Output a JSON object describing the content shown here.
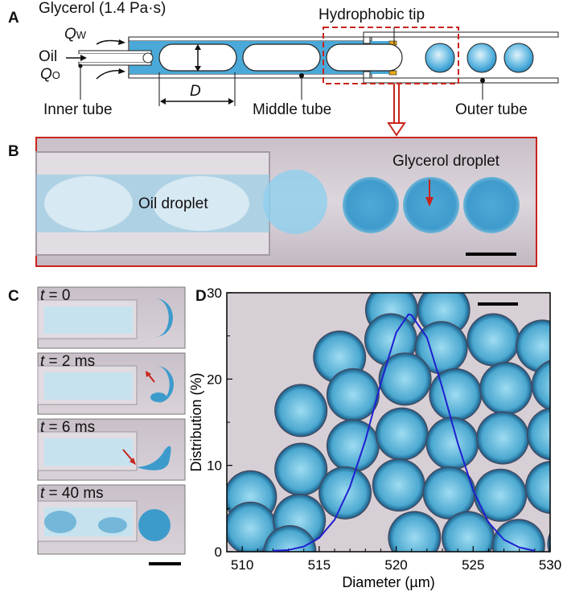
{
  "panelA": {
    "label": "A",
    "glycerol": "Glycerol (1.4 Pa·s)",
    "qw_main": "Q",
    "qw_sub": "W",
    "oil": "Oil",
    "qo_main": "Q",
    "qo_sub": "O",
    "hydrophobic_tip": "Hydrophobic tip",
    "d": "d",
    "D": "D",
    "inner_tube": "Inner tube",
    "middle_tube": "Middle tube",
    "outer_tube": "Outer tube"
  },
  "panelB": {
    "label": "B",
    "oil_droplet": "Oil droplet",
    "glycerol_droplet": "Glycerol droplet"
  },
  "panelC": {
    "label": "C",
    "frames": [
      {
        "t_sym": "t",
        "t_val": " = 0"
      },
      {
        "t_sym": "t",
        "t_val": " = 2 ms"
      },
      {
        "t_sym": "t",
        "t_val": " = 6 ms"
      },
      {
        "t_sym": "t",
        "t_val": " = 40 ms"
      }
    ]
  },
  "panelD": {
    "label": "D"
  },
  "colors": {
    "blue_fluid": "#4aa9d8",
    "curve": "#1f1fd0",
    "red": "#c8241c",
    "tip": "#e8a81a"
  },
  "chart_data": {
    "type": "line",
    "xlabel": "Diameter (µm)",
    "ylabel": "Distribution (%)",
    "xlim": [
      509,
      530
    ],
    "ylim": [
      0,
      30
    ],
    "xticks": [
      "510",
      "515",
      "520",
      "525",
      "530"
    ],
    "yticks": [
      "0",
      "10",
      "20",
      "30"
    ],
    "series": [
      {
        "x": [
          512,
          513,
          514,
          515,
          516,
          517,
          518,
          519,
          520,
          520.8,
          521,
          522,
          523,
          524,
          525,
          526,
          527,
          528,
          529
        ],
        "y": [
          0.1,
          0.2,
          0.6,
          1.6,
          3.7,
          7.5,
          12.9,
          19.5,
          25.4,
          27.5,
          27.4,
          24.8,
          19.0,
          12.6,
          7.1,
          3.4,
          1.4,
          0.5,
          0.1
        ]
      }
    ]
  }
}
